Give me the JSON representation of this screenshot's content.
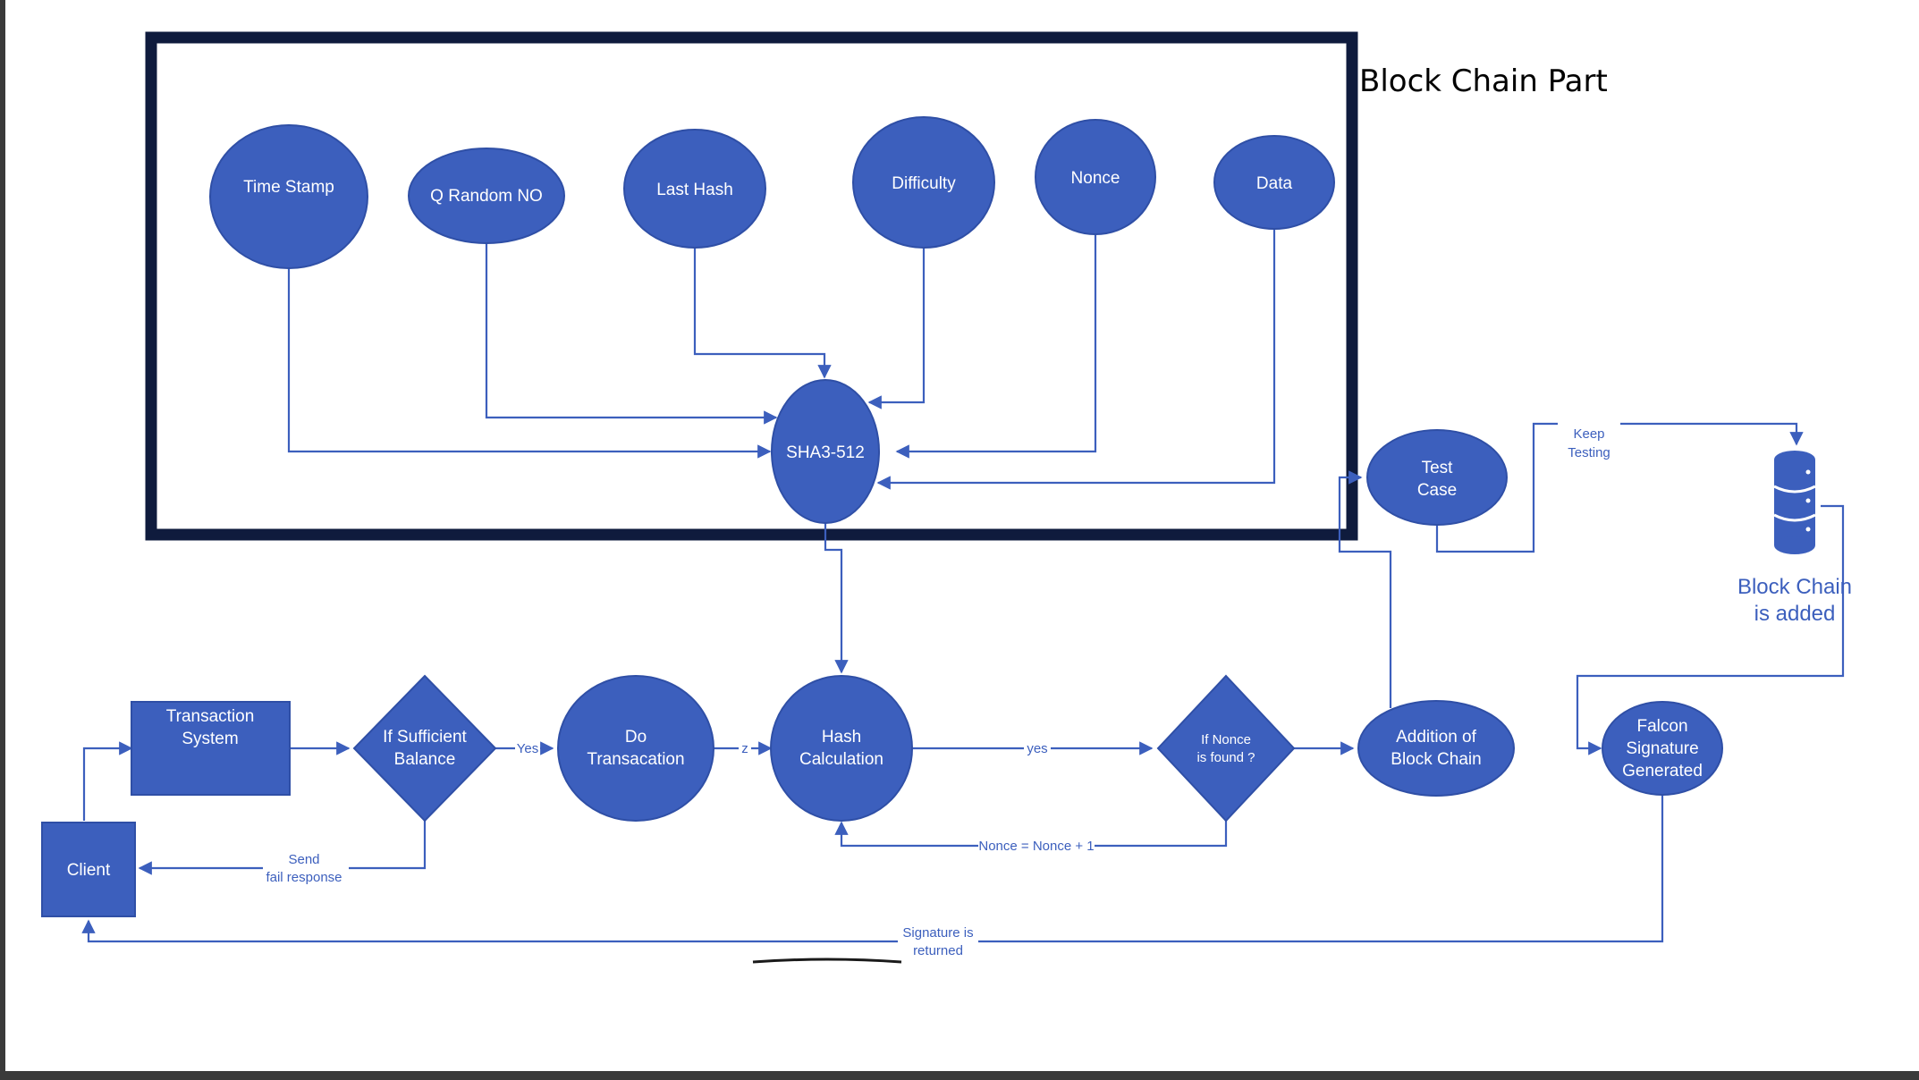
{
  "title": "Block Chain Part",
  "nodes": {
    "time_stamp": "Time Stamp",
    "q_random": "Q Random NO",
    "last_hash": "Last Hash",
    "difficulty": "Difficulty",
    "nonce": "Nonce",
    "data": "Data",
    "sha": "SHA3-512",
    "test_case": [
      "Test",
      "Case"
    ],
    "transaction_system": [
      "Transaction",
      "System"
    ],
    "if_sufficient": [
      "If Sufficient",
      "Balance"
    ],
    "do_transaction": [
      "Do",
      "Transacation"
    ],
    "hash_calc": [
      "Hash",
      "Calculation"
    ],
    "if_nonce": [
      "If Nonce",
      "is found ?"
    ],
    "addition": [
      "Addition of",
      "Block Chain"
    ],
    "falcon": [
      "Falcon",
      "Signature",
      "Generated"
    ],
    "client": "Client",
    "blockchain_db": [
      "Block Chain",
      "is added"
    ]
  },
  "edges": {
    "keep_testing": [
      "Keep",
      "Testing"
    ],
    "yes1": "Yes",
    "z": "z",
    "yes2": "yes",
    "nonce_inc": "Nonce = Nonce + 1",
    "send_fail": [
      "Send",
      "fail response"
    ],
    "signature": [
      "Signature is",
      "returned"
    ]
  },
  "colors": {
    "node_fill": "#3c5fbd",
    "frame": "#0f1b3d",
    "title": "#000000"
  },
  "icons": {
    "database": "database-icon"
  }
}
